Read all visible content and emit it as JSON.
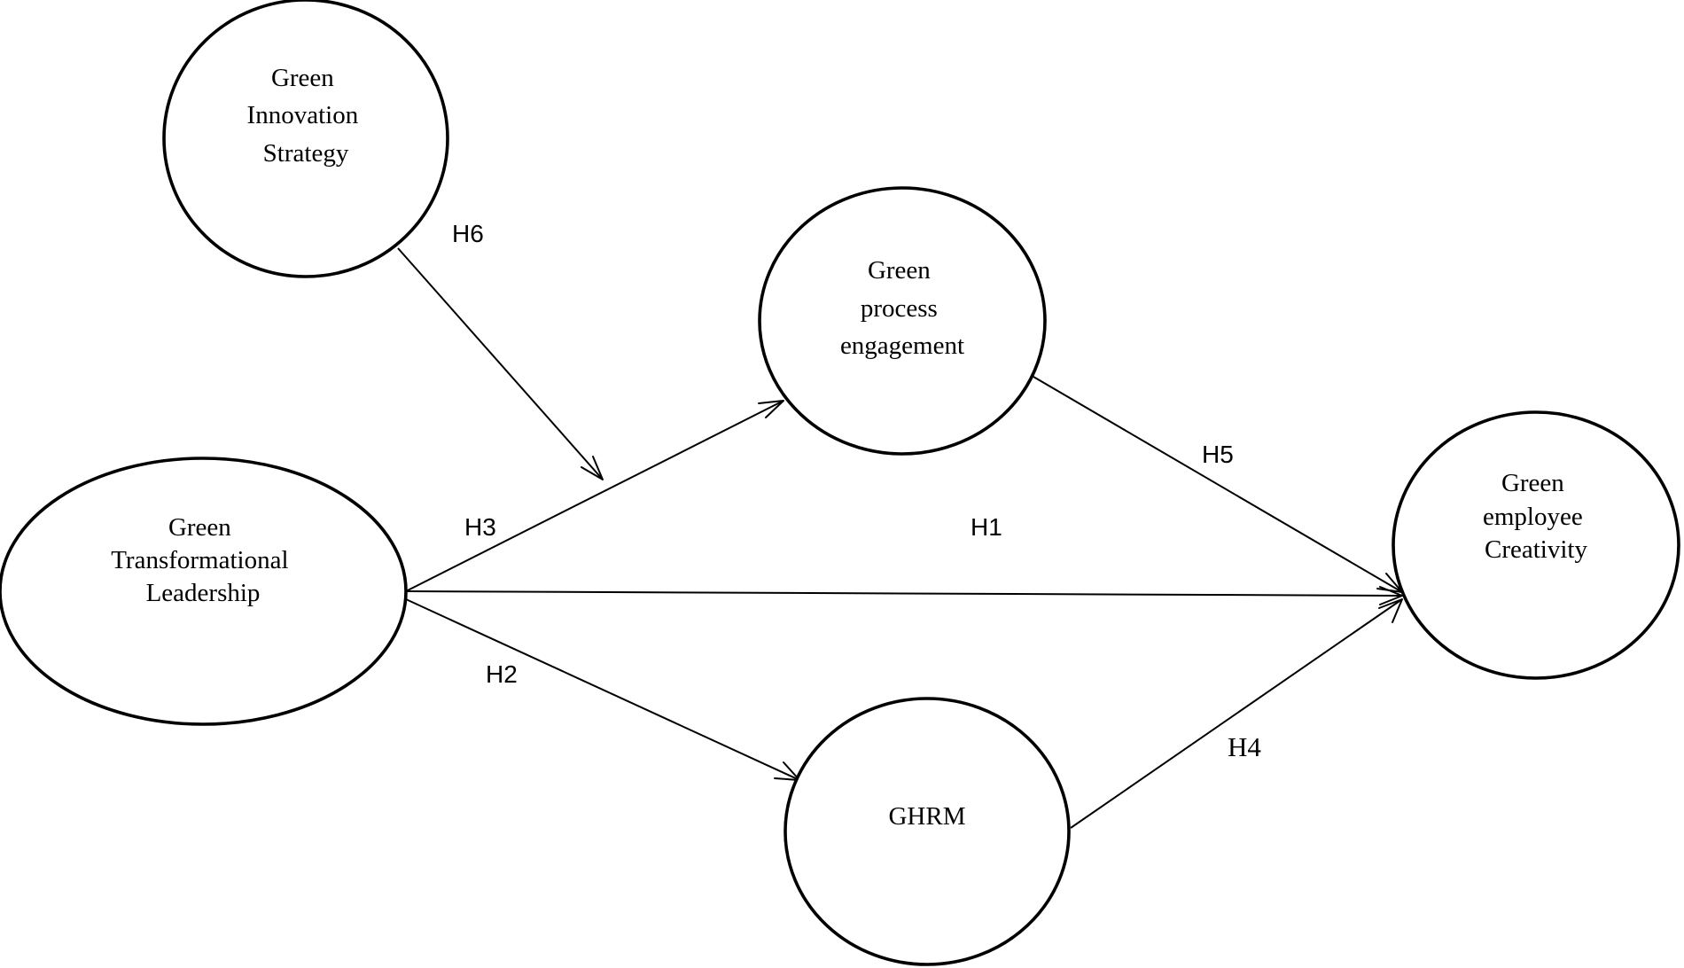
{
  "nodes": [
    {
      "id": "gis",
      "lines": [
        "Green",
        "Innovation",
        "Strategy"
      ]
    },
    {
      "id": "gtl",
      "lines": [
        "Green",
        "Transformational",
        "Leadership"
      ]
    },
    {
      "id": "gpe",
      "lines": [
        "Green",
        "process",
        "engagement"
      ]
    },
    {
      "id": "ghrm",
      "lines": [
        "GHRM"
      ]
    },
    {
      "id": "gec",
      "lines": [
        "Green",
        "employee",
        "Creativity"
      ]
    }
  ],
  "edges": [
    {
      "id": "h1",
      "label": "H1"
    },
    {
      "id": "h2",
      "label": "H2"
    },
    {
      "id": "h3",
      "label": "H3"
    },
    {
      "id": "h4",
      "label": "H4"
    },
    {
      "id": "h5",
      "label": "H5"
    },
    {
      "id": "h6",
      "label": "H6"
    }
  ]
}
